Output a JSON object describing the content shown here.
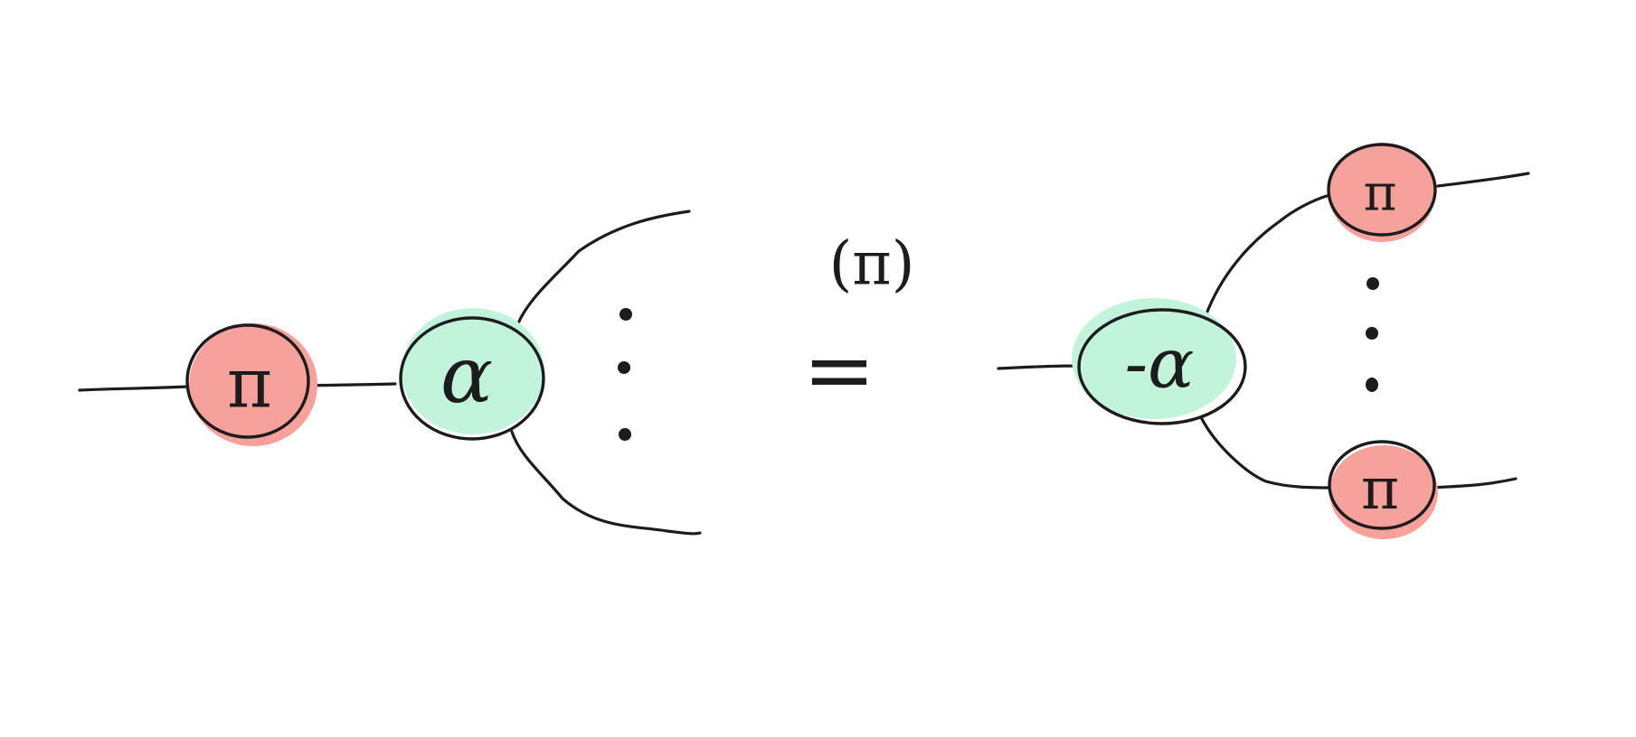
{
  "colors": {
    "red_spider": "#f7a19c",
    "green_spider": "#c2f4dc",
    "ink": "#1c1c1c",
    "background": "#ffffff"
  },
  "diagram": {
    "lhs": {
      "pi_node_label": "π",
      "alpha_node_label": "α"
    },
    "equals": {
      "rule_label": "(π)",
      "symbol": "="
    },
    "rhs": {
      "neg_alpha_node_label": "-α",
      "top_pi_label": "π",
      "bottom_pi_label": "π"
    }
  }
}
